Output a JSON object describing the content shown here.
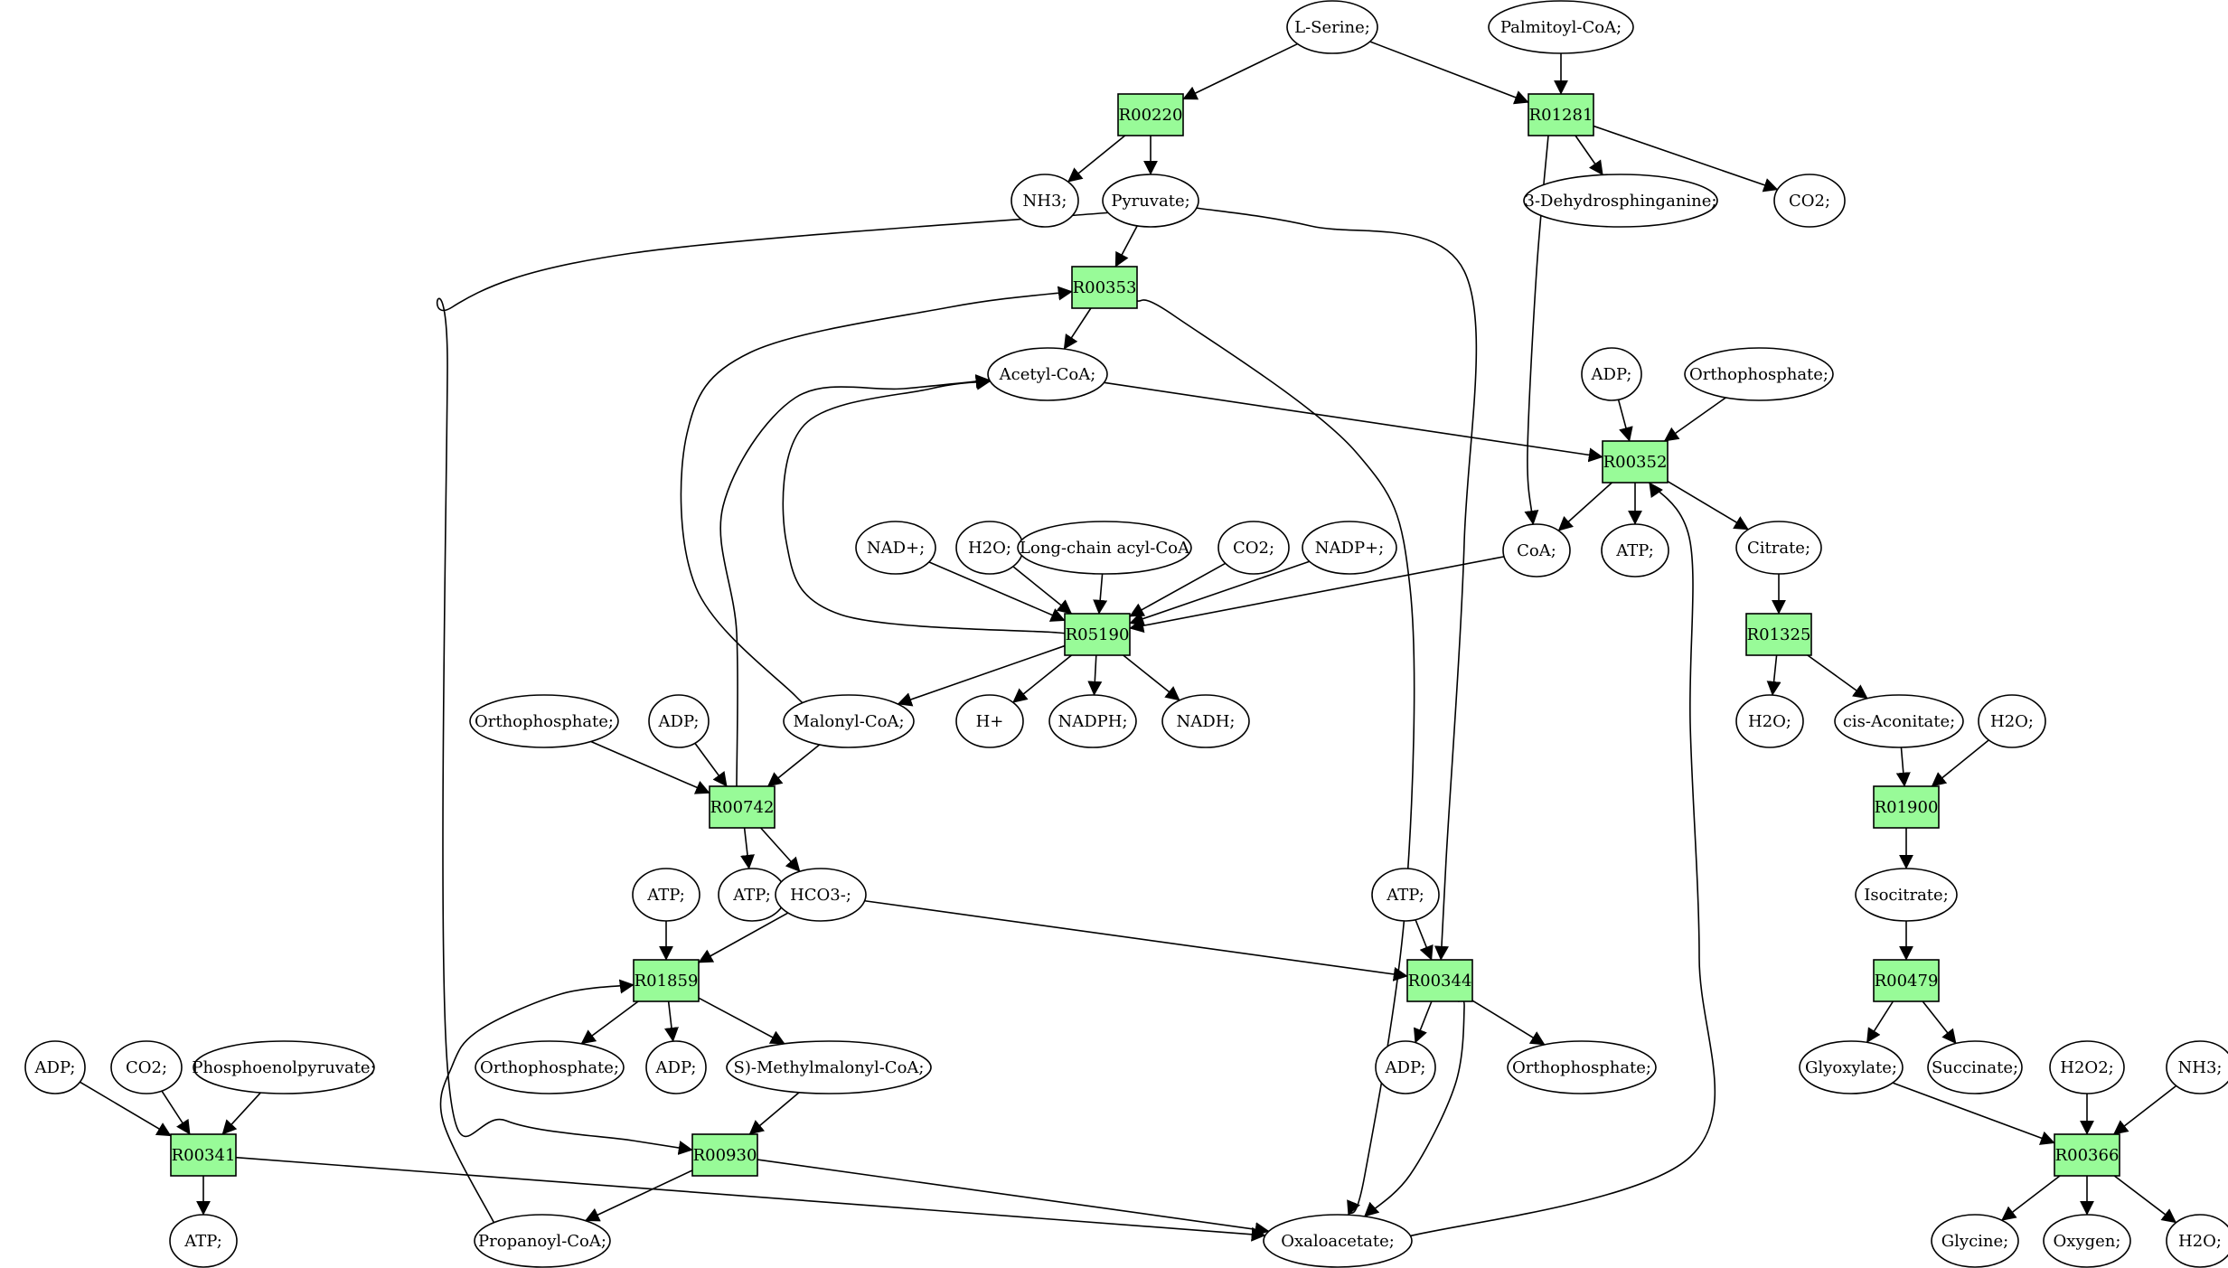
{
  "colors": {
    "reaction_fill": "#98fb98",
    "start_fill": "#00ff00",
    "target_fill": "#ffff00",
    "metabolite_fill": "#ffffff",
    "edge": "#000000"
  },
  "reactions": [
    {
      "id": "R00220",
      "label": "R00220"
    },
    {
      "id": "R01281",
      "label": "R01281"
    },
    {
      "id": "R00353",
      "label": "R00353"
    },
    {
      "id": "R00352",
      "label": "R00352"
    },
    {
      "id": "R05190",
      "label": "R05190"
    },
    {
      "id": "R01325",
      "label": "R01325"
    },
    {
      "id": "R00742",
      "label": "R00742"
    },
    {
      "id": "R01900",
      "label": "R01900"
    },
    {
      "id": "R01859",
      "label": "R01859"
    },
    {
      "id": "R00344",
      "label": "R00344"
    },
    {
      "id": "R00479",
      "label": "R00479"
    },
    {
      "id": "R00341",
      "label": "R00341"
    },
    {
      "id": "R00930",
      "label": "R00930"
    },
    {
      "id": "R00366",
      "label": "R00366"
    }
  ],
  "metabolites": [
    {
      "id": "l_serine",
      "label": "L-Serine;",
      "role": "start"
    },
    {
      "id": "palmitoyl_coa",
      "label": "Palmitoyl-CoA;"
    },
    {
      "id": "nh3_1",
      "label": "NH3;"
    },
    {
      "id": "pyruvate",
      "label": "Pyruvate;"
    },
    {
      "id": "dehydrosphinganine",
      "label": "3-Dehydrosphinganine;"
    },
    {
      "id": "co2_1",
      "label": "CO2;"
    },
    {
      "id": "acetyl_coa",
      "label": "Acetyl-CoA;"
    },
    {
      "id": "adp_1",
      "label": "ADP;"
    },
    {
      "id": "orthophosphate_1",
      "label": "Orthophosphate;"
    },
    {
      "id": "nad_plus",
      "label": "NAD+;"
    },
    {
      "id": "h2o_1",
      "label": "H2O;"
    },
    {
      "id": "long_chain_acyl_coa",
      "label": "Long-chain acyl-CoA"
    },
    {
      "id": "co2_2",
      "label": "CO2;"
    },
    {
      "id": "nadp_plus",
      "label": "NADP+;"
    },
    {
      "id": "coa",
      "label": "CoA;"
    },
    {
      "id": "atp_1",
      "label": "ATP;"
    },
    {
      "id": "citrate",
      "label": "Citrate;"
    },
    {
      "id": "orthophosphate_2",
      "label": "Orthophosphate;"
    },
    {
      "id": "adp_2",
      "label": "ADP;"
    },
    {
      "id": "malonyl_coa",
      "label": "Malonyl-CoA;"
    },
    {
      "id": "h_plus",
      "label": "H+"
    },
    {
      "id": "nadph",
      "label": "NADPH;"
    },
    {
      "id": "nadh",
      "label": "NADH;"
    },
    {
      "id": "h2o_2",
      "label": "H2O;"
    },
    {
      "id": "cis_aconitate",
      "label": "cis-Aconitate;"
    },
    {
      "id": "h2o_3",
      "label": "H2O;"
    },
    {
      "id": "atp_2",
      "label": "ATP;"
    },
    {
      "id": "hco3",
      "label": "HCO3-;"
    },
    {
      "id": "atp_3",
      "label": "ATP;"
    },
    {
      "id": "atp_4",
      "label": "ATP;"
    },
    {
      "id": "isocitrate",
      "label": "Isocitrate;"
    },
    {
      "id": "adp_3",
      "label": "ADP;"
    },
    {
      "id": "co2_3",
      "label": "CO2;"
    },
    {
      "id": "phosphoenolpyruvate",
      "label": "Phosphoenolpyruvate;"
    },
    {
      "id": "orthophosphate_3",
      "label": "Orthophosphate;"
    },
    {
      "id": "adp_4",
      "label": "ADP;"
    },
    {
      "id": "methylmalonyl_coa",
      "label": "S)-Methylmalonyl-CoA;"
    },
    {
      "id": "adp_5",
      "label": "ADP;"
    },
    {
      "id": "orthophosphate_4",
      "label": "Orthophosphate;"
    },
    {
      "id": "glyoxylate",
      "label": "Glyoxylate;"
    },
    {
      "id": "succinate",
      "label": "Succinate;"
    },
    {
      "id": "h2o2",
      "label": "H2O2;"
    },
    {
      "id": "nh3_2",
      "label": "NH3;"
    },
    {
      "id": "atp_5",
      "label": "ATP;"
    },
    {
      "id": "propanoyl_coa",
      "label": "Propanoyl-CoA;"
    },
    {
      "id": "oxaloacetate",
      "label": "Oxaloacetate;"
    },
    {
      "id": "glycine",
      "label": "Glycine;",
      "role": "target"
    },
    {
      "id": "oxygen",
      "label": "Oxygen;"
    },
    {
      "id": "h2o_4",
      "label": "H2O;"
    }
  ],
  "edges": [
    {
      "from": "l_serine",
      "to": "R00220"
    },
    {
      "from": "l_serine",
      "to": "R01281"
    },
    {
      "from": "palmitoyl_coa",
      "to": "R01281"
    },
    {
      "from": "R00220",
      "to": "nh3_1"
    },
    {
      "from": "R00220",
      "to": "pyruvate"
    },
    {
      "from": "R01281",
      "to": "dehydrosphinganine"
    },
    {
      "from": "R01281",
      "to": "co2_1"
    },
    {
      "from": "R01281",
      "to": "coa"
    },
    {
      "from": "pyruvate",
      "to": "R00353"
    },
    {
      "from": "pyruvate",
      "to": "R00344"
    },
    {
      "from": "pyruvate",
      "to": "R00930"
    },
    {
      "from": "R00353",
      "to": "acetyl_coa"
    },
    {
      "from": "R00353",
      "to": "oxaloacetate"
    },
    {
      "from": "acetyl_coa",
      "to": "R00352"
    },
    {
      "from": "adp_1",
      "to": "R00352"
    },
    {
      "from": "orthophosphate_1",
      "to": "R00352"
    },
    {
      "from": "R00352",
      "to": "coa"
    },
    {
      "from": "R00352",
      "to": "atp_1"
    },
    {
      "from": "R00352",
      "to": "citrate"
    },
    {
      "from": "nad_plus",
      "to": "R05190"
    },
    {
      "from": "h2o_1",
      "to": "R05190"
    },
    {
      "from": "long_chain_acyl_coa",
      "to": "R05190"
    },
    {
      "from": "co2_2",
      "to": "R05190"
    },
    {
      "from": "nadp_plus",
      "to": "R05190"
    },
    {
      "from": "coa",
      "to": "R05190"
    },
    {
      "from": "R05190",
      "to": "acetyl_coa"
    },
    {
      "from": "R05190",
      "to": "malonyl_coa"
    },
    {
      "from": "R05190",
      "to": "h_plus"
    },
    {
      "from": "R05190",
      "to": "nadph"
    },
    {
      "from": "R05190",
      "to": "nadh"
    },
    {
      "from": "citrate",
      "to": "R01325"
    },
    {
      "from": "R01325",
      "to": "h2o_2"
    },
    {
      "from": "R01325",
      "to": "cis_aconitate"
    },
    {
      "from": "orthophosphate_2",
      "to": "R00742"
    },
    {
      "from": "adp_2",
      "to": "R00742"
    },
    {
      "from": "malonyl_coa",
      "to": "R00742"
    },
    {
      "from": "malonyl_coa",
      "to": "R00353"
    },
    {
      "from": "R00742",
      "to": "atp_2"
    },
    {
      "from": "R00742",
      "to": "hco3"
    },
    {
      "from": "R00742",
      "to": "acetyl_coa"
    },
    {
      "from": "cis_aconitate",
      "to": "R01900"
    },
    {
      "from": "h2o_3",
      "to": "R01900"
    },
    {
      "from": "R01900",
      "to": "isocitrate"
    },
    {
      "from": "atp_3",
      "to": "R01859"
    },
    {
      "from": "hco3",
      "to": "R01859"
    },
    {
      "from": "hco3",
      "to": "R00344"
    },
    {
      "from": "propanoyl_coa",
      "to": "R01859"
    },
    {
      "from": "R01859",
      "to": "orthophosphate_3"
    },
    {
      "from": "R01859",
      "to": "adp_4"
    },
    {
      "from": "R01859",
      "to": "methylmalonyl_coa"
    },
    {
      "from": "atp_4",
      "to": "R00344"
    },
    {
      "from": "R00344",
      "to": "adp_5"
    },
    {
      "from": "R00344",
      "to": "orthophosphate_4"
    },
    {
      "from": "R00344",
      "to": "oxaloacetate"
    },
    {
      "from": "isocitrate",
      "to": "R00479"
    },
    {
      "from": "R00479",
      "to": "glyoxylate"
    },
    {
      "from": "R00479",
      "to": "succinate"
    },
    {
      "from": "adp_3",
      "to": "R00341"
    },
    {
      "from": "co2_3",
      "to": "R00341"
    },
    {
      "from": "phosphoenolpyruvate",
      "to": "R00341"
    },
    {
      "from": "R00341",
      "to": "atp_5"
    },
    {
      "from": "R00341",
      "to": "oxaloacetate"
    },
    {
      "from": "methylmalonyl_coa",
      "to": "R00930"
    },
    {
      "from": "R00930",
      "to": "propanoyl_coa"
    },
    {
      "from": "R00930",
      "to": "oxaloacetate"
    },
    {
      "from": "oxaloacetate",
      "to": "R00352"
    },
    {
      "from": "glyoxylate",
      "to": "R00366"
    },
    {
      "from": "h2o2",
      "to": "R00366"
    },
    {
      "from": "nh3_2",
      "to": "R00366"
    },
    {
      "from": "R00366",
      "to": "glycine"
    },
    {
      "from": "R00366",
      "to": "oxygen"
    },
    {
      "from": "R00366",
      "to": "h2o_4"
    }
  ]
}
